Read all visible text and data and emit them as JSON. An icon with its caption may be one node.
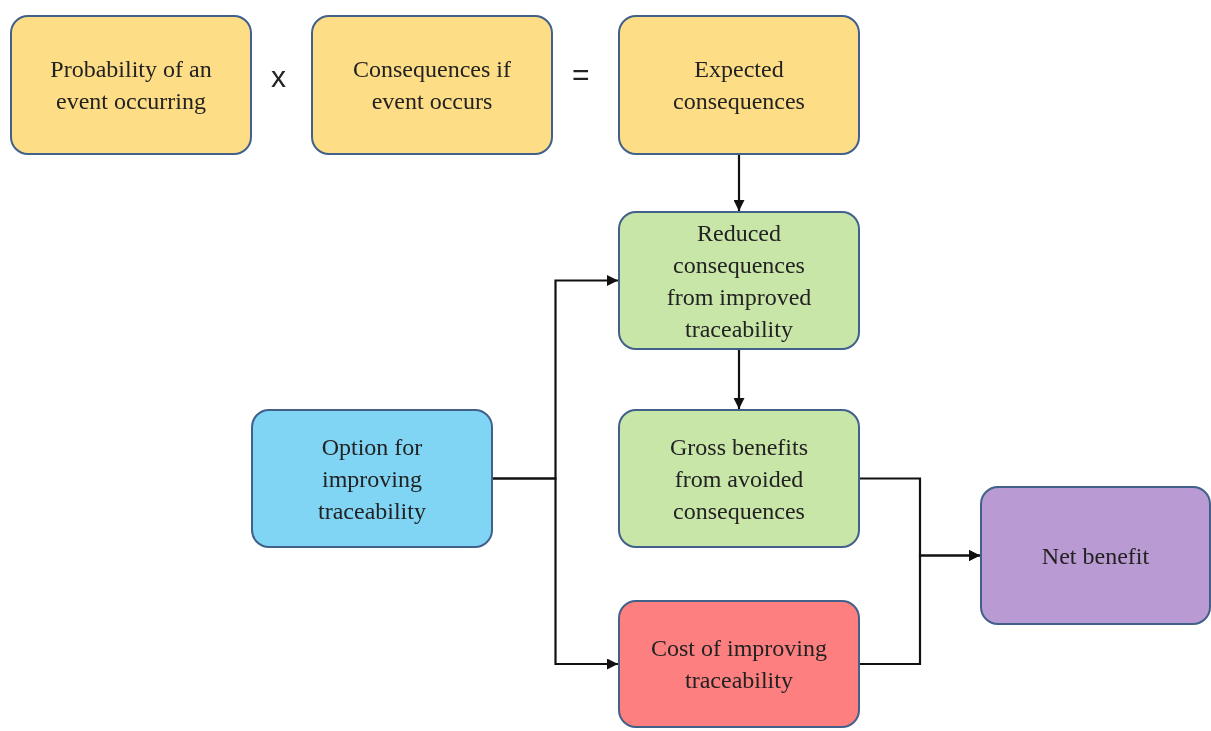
{
  "diagram": {
    "nodes": [
      {
        "text": [
          "Probability of an event occurring"
        ]
      },
      {
        "text": [
          "Consequences if event occurs"
        ]
      },
      {
        "text": [
          "Expected consequences"
        ]
      },
      {
        "text": [
          "Reduced consequences from improved traceability"
        ]
      },
      {
        "text": [
          "Option for improving traceability"
        ]
      },
      {
        "text": [
          "Gross benefits from avoided consequences"
        ]
      },
      {
        "text": [
          "Cost of improving traceability"
        ]
      },
      {
        "text": [
          "Net benefit"
        ]
      }
    ],
    "edges": [
      {
        "from": 2,
        "to": 3,
        "arrow": "to"
      },
      {
        "from": 3,
        "to": 5,
        "arrow": "to"
      },
      {
        "from": 4,
        "to": 3,
        "arrow": "to"
      },
      {
        "from": 4,
        "to": 6,
        "arrow": "to"
      },
      {
        "from": 5,
        "to": 7,
        "arrow": "to"
      },
      {
        "from": 6,
        "to": 7,
        "arrow": "to"
      }
    ],
    "labels": [
      "x",
      "="
    ]
  }
}
